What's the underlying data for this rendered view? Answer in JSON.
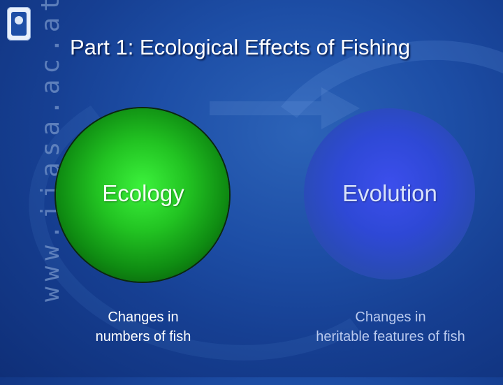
{
  "slide": {
    "title": "Part 1: Ecological Effects of Fishing",
    "watermark_url": "www.iiasa.ac.at",
    "logo_icon": "iiasa-logo-icon"
  },
  "circles": {
    "ecology": {
      "label": "Ecology",
      "caption_line1": "Changes in",
      "caption_line2": "numbers of fish",
      "color": "#22c322"
    },
    "evolution": {
      "label": "Evolution",
      "caption_line1": "Changes in",
      "caption_line2": "heritable features of fish",
      "color": "#2f48d8"
    }
  },
  "colors": {
    "background": "#1d4ea6",
    "title_text": "#ffffff"
  }
}
